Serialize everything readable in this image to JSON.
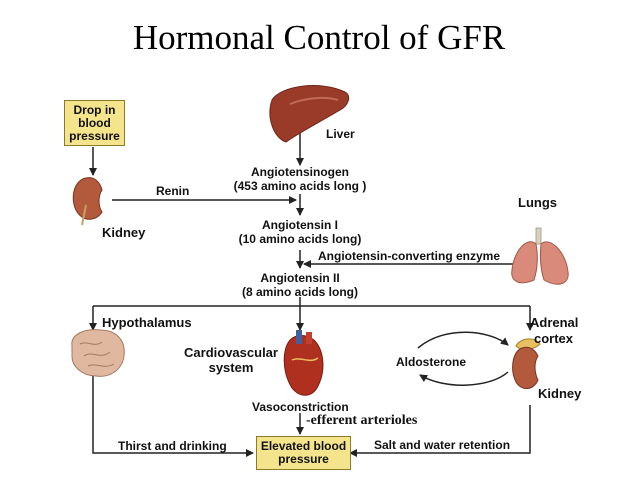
{
  "title": "Hormonal Control of GFR",
  "drop_box": {
    "line1": "Drop in",
    "line2": "blood",
    "line3": "pressure"
  },
  "liver": "Liver",
  "renin": "Renin",
  "kidney_left": "Kidney",
  "angiotensinogen": {
    "name": "Angiotensinogen",
    "detail": "(453 amino acids long )"
  },
  "angiotensin1": {
    "name": "Angiotensin I",
    "detail": "(10 amino acids long)"
  },
  "ace": "Angiotensin-converting enzyme",
  "angiotensin2": {
    "name": "Angiotensin II",
    "detail": "(8 amino acids long)"
  },
  "lungs": "Lungs",
  "hypothalamus": "Hypothalamus",
  "cardio": {
    "line1": "Cardiovascular",
    "line2": "system"
  },
  "adrenal": {
    "line1": "Adrenal",
    "line2": "cortex"
  },
  "aldosterone": "Aldosterone",
  "kidney_right": "Kidney",
  "vasoconstriction": "Vasoconstriction",
  "efferent": "-efferent arterioles",
  "thirst": "Thirst and drinking",
  "salt": "Salt and water retention",
  "elevated_box": {
    "line1": "Elevated blood",
    "line2": "pressure"
  },
  "colors": {
    "box_fill": "#f4e48c",
    "arrow": "#222222",
    "liver": "#9a3b2a",
    "kidney": "#b45a3c",
    "lung": "#d98a7a",
    "brain": "#e0b8a0",
    "heart": "#b03020"
  }
}
